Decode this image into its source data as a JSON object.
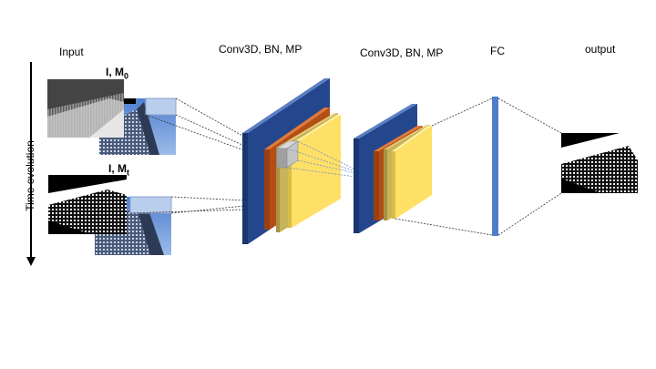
{
  "labels": {
    "input": "Input",
    "conv1": "Conv3D, BN, MP",
    "conv2": "Conv3D, BN, MP",
    "fc": "FC",
    "output": "output",
    "time_axis": "Time evolution",
    "frame0_main": "I, M",
    "frame0_sub": "0",
    "framet_main": "I, M",
    "framet_sub": "t"
  },
  "colors": {
    "conv_blue": "#2f55a0",
    "conv_orange": "#c8581a",
    "conv_khaki": "#c9b35a",
    "conv_yellow": "#ffe066",
    "fc_blue": "#4f7ccc",
    "sky_blue": "#6f9bd8"
  }
}
